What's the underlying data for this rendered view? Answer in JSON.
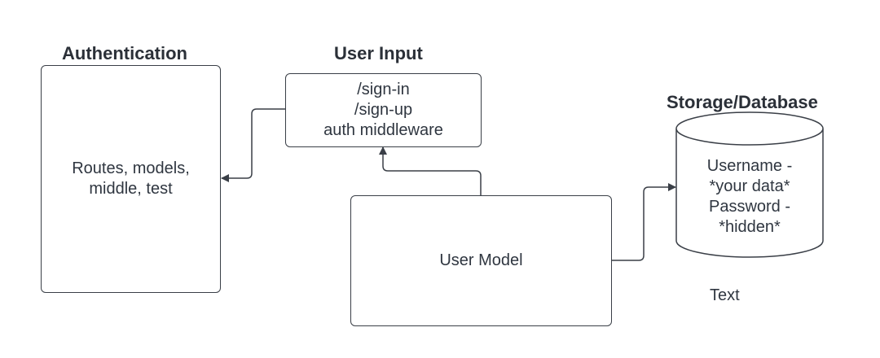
{
  "authentication": {
    "title": "Authentication",
    "lines": [
      "Routes, models,",
      "middle, test"
    ]
  },
  "user_input": {
    "title": "User Input",
    "lines": [
      "/sign-in",
      "/sign-up",
      "auth middleware"
    ]
  },
  "storage": {
    "title": "Storage/Database",
    "lines": [
      "Username -",
      "*your data*",
      "Password -",
      "*hidden*"
    ]
  },
  "user_model": {
    "label": "User Model"
  },
  "free_text": "Text",
  "colors": {
    "stroke": "#3a3f47",
    "text": "#2f3640"
  }
}
